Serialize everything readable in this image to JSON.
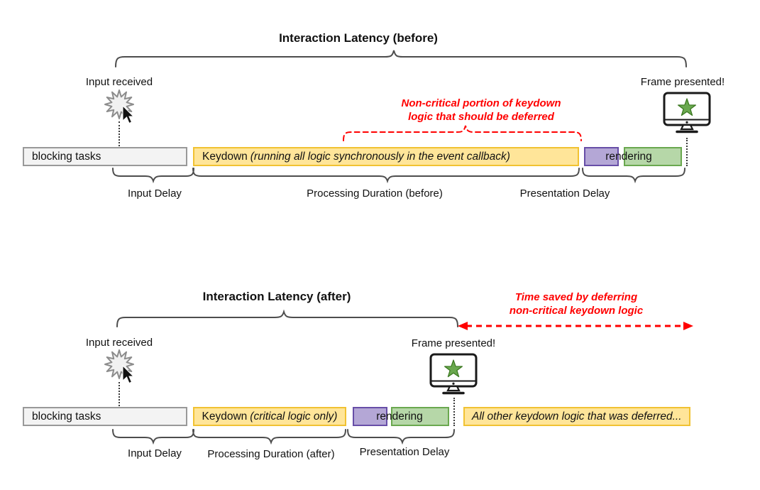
{
  "sections": {
    "before": {
      "title": "Interaction Latency (before)",
      "input_marker": "Input received",
      "frame_marker": "Frame presented!",
      "annotation_line1": "Non-critical portion of keydown",
      "annotation_line2": "logic that should be deferred",
      "bar_blocking": "blocking tasks",
      "bar_keydown_prefix": "Keydown",
      "bar_keydown_note": "(running all logic synchronously in the event callback)",
      "bar_rendering": "rendering",
      "label_input_delay": "Input Delay",
      "label_processing": "Processing Duration (before)",
      "label_presentation": "Presentation Delay"
    },
    "after": {
      "title": "Interaction Latency (after)",
      "input_marker": "Input received",
      "frame_marker": "Frame presented!",
      "annotation_line1": "Time saved by deferring",
      "annotation_line2": "non-critical keydown logic",
      "bar_blocking": "blocking tasks",
      "bar_keydown_prefix": "Keydown",
      "bar_keydown_note": "(critical logic only)",
      "bar_rendering": "rendering",
      "bar_deferred": "All other keydown logic that was deferred...",
      "label_input_delay": "Input Delay",
      "label_processing": "Processing Duration (after)",
      "label_presentation": "Presentation Delay"
    }
  },
  "colors": {
    "blocking_fill": "#f3f3f3",
    "blocking_border": "#999999",
    "keydown_fill": "#ffe599",
    "keydown_border": "#f1c232",
    "rendering_purple_fill": "#b4a7d6",
    "rendering_purple_border": "#674ea7",
    "rendering_green_fill": "#b6d7a8",
    "rendering_green_border": "#6aa84f",
    "annotation_red": "#ff0000",
    "brace_gray": "#4d4d4d",
    "star_green": "#6aa84f"
  },
  "icons": {
    "click_burst": "jagged-star-burst-shape",
    "cursor": "mouse-pointer-arrow-shape",
    "monitor": "desktop-monitor-outline-shape",
    "star": "five-point-star-shape"
  }
}
